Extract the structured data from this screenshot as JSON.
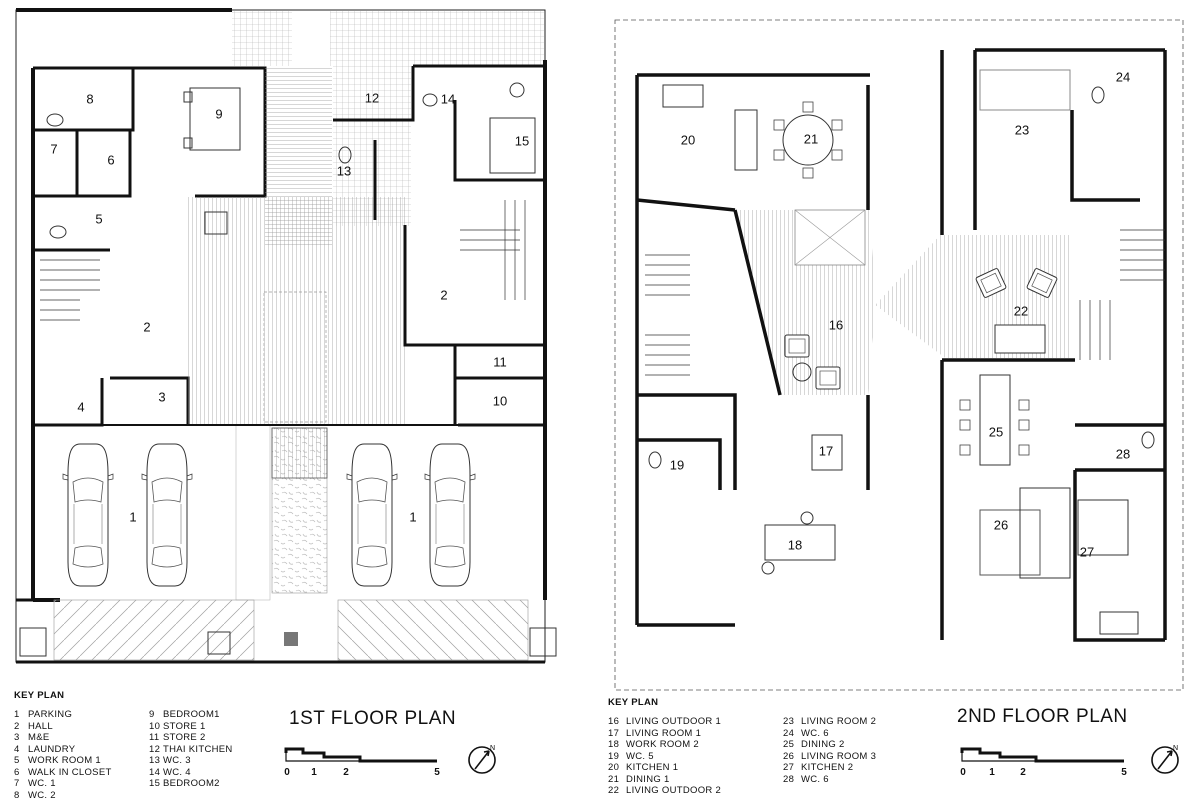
{
  "floor1": {
    "title": "1ST FLOOR PLAN",
    "key_title": "KEY PLAN",
    "rooms": [
      "1",
      "2",
      "3",
      "4",
      "5",
      "6",
      "7",
      "8",
      "9",
      "10",
      "11",
      "12",
      "13",
      "14",
      "15"
    ],
    "key_col1": [
      {
        "n": "1",
        "label": "PARKING"
      },
      {
        "n": "2",
        "label": "HALL"
      },
      {
        "n": "3",
        "label": "M&E"
      },
      {
        "n": "4",
        "label": "LAUNDRY"
      },
      {
        "n": "5",
        "label": "WORK ROOM 1"
      },
      {
        "n": "6",
        "label": "WALK IN CLOSET"
      },
      {
        "n": "7",
        "label": "WC. 1"
      },
      {
        "n": "8",
        "label": "WC. 2"
      }
    ],
    "key_col2": [
      {
        "n": "9",
        "label": "BEDROOM1"
      },
      {
        "n": "10",
        "label": "STORE 1"
      },
      {
        "n": "11",
        "label": "STORE 2"
      },
      {
        "n": "12",
        "label": "THAI KITCHEN"
      },
      {
        "n": "13",
        "label": "WC. 3"
      },
      {
        "n": "14",
        "label": "WC. 4"
      },
      {
        "n": "15",
        "label": "BEDROOM2"
      }
    ],
    "scale": [
      "0",
      "1",
      "2",
      "5"
    ]
  },
  "floor2": {
    "title": "2ND FLOOR PLAN",
    "key_title": "KEY PLAN",
    "rooms": [
      "16",
      "17",
      "18",
      "19",
      "20",
      "21",
      "22",
      "23",
      "24",
      "25",
      "26",
      "27",
      "28"
    ],
    "key_col1": [
      {
        "n": "16",
        "label": "LIVING OUTDOOR 1"
      },
      {
        "n": "17",
        "label": "LIVING ROOM 1"
      },
      {
        "n": "18",
        "label": "WORK ROOM 2"
      },
      {
        "n": "19",
        "label": "WC. 5"
      },
      {
        "n": "20",
        "label": "KITCHEN 1"
      },
      {
        "n": "21",
        "label": "DINING 1"
      },
      {
        "n": "22",
        "label": "LIVING OUTDOOR 2"
      }
    ],
    "key_col2": [
      {
        "n": "23",
        "label": "LIVING ROOM 2"
      },
      {
        "n": "24",
        "label": "WC. 6"
      },
      {
        "n": "25",
        "label": "DINING 2"
      },
      {
        "n": "26",
        "label": "LIVING ROOM 3"
      },
      {
        "n": "27",
        "label": "KITCHEN 2"
      },
      {
        "n": "28",
        "label": "WC. 6"
      }
    ],
    "scale": [
      "0",
      "1",
      "2",
      "5"
    ]
  },
  "icons": {
    "north_arrow": "north-arrow-icon"
  }
}
